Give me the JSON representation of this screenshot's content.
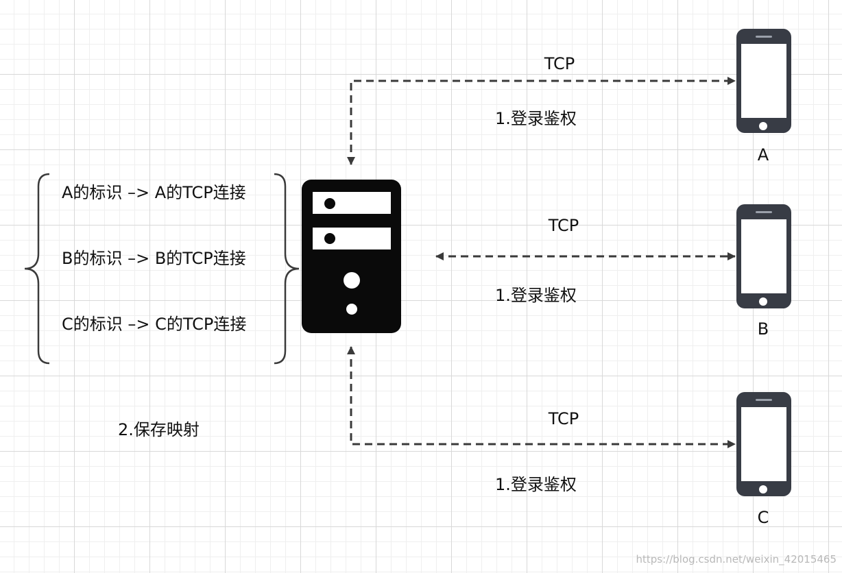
{
  "nodes": {
    "phone_a": {
      "label": "A"
    },
    "phone_b": {
      "label": "B"
    },
    "phone_c": {
      "label": "C"
    }
  },
  "connections": {
    "a": {
      "protocol": "TCP",
      "step": "1.登录鉴权"
    },
    "b": {
      "protocol": "TCP",
      "step": "1.登录鉴权"
    },
    "c": {
      "protocol": "TCP",
      "step": "1.登录鉴权"
    }
  },
  "mapping": {
    "entries": [
      "A的标识 –> A的TCP连接",
      "B的标识 –> B的TCP连接",
      "C的标识 –> C的TCP连接"
    ],
    "step": "2.保存映射"
  },
  "watermark": "https://blog.csdn.net/weixin_42015465",
  "colors": {
    "stroke": "#3a3a3a",
    "server": "#0a0a0a",
    "phone": "#383c45",
    "text": "#111111"
  },
  "icons": [
    "server-icon",
    "phone-icon"
  ]
}
